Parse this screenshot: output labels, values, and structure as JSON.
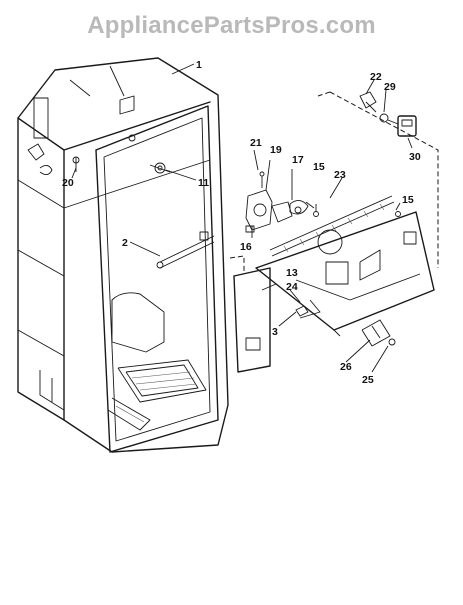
{
  "watermark": "AppliancePartsPros.com",
  "callouts": {
    "c1": "1",
    "c2": "2",
    "c3": "3",
    "c11": "11",
    "c13": "13",
    "c15a": "15",
    "c15b": "15",
    "c16": "16",
    "c17": "17",
    "c19": "19",
    "c20": "20",
    "c21": "21",
    "c22": "22",
    "c23": "23",
    "c24": "24",
    "c25": "25",
    "c26": "26",
    "c29": "29",
    "c30": "30"
  }
}
